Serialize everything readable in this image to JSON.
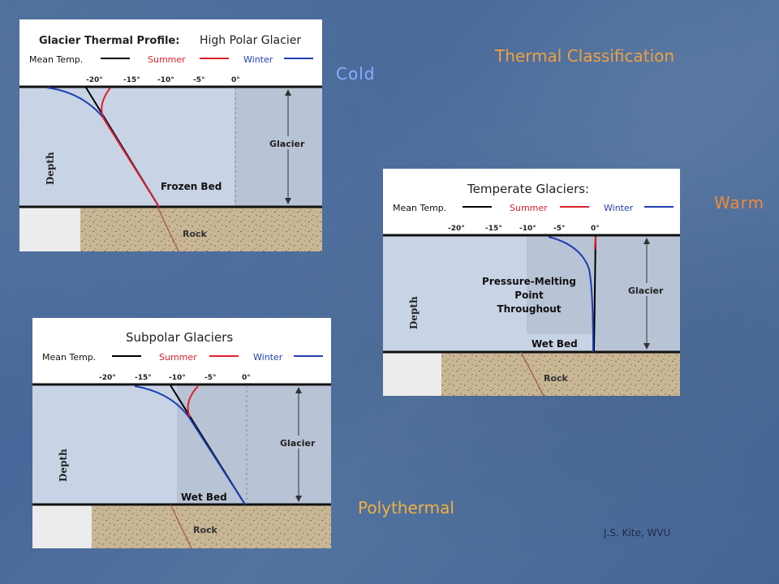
{
  "slide": {
    "title": "Thermal Classification",
    "cold": "Cold",
    "warm": "Warm",
    "polythermal": "Polythermal",
    "credit": "J.S. Kite, WVU",
    "colors": {
      "title": "#f0a040",
      "cold": "#88b0ff",
      "warm": "#f08a3a",
      "polythermal": "#f0b040"
    }
  },
  "legend": {
    "mean": "Mean Temp.",
    "summer": "Summer",
    "winter": "Winter",
    "colors": {
      "mean": "#000000",
      "summer": "#e0202a",
      "winter": "#1f3fb0"
    }
  },
  "axis_ticks": [
    "-20°",
    "-15°",
    "-10°",
    "-5°",
    "0°"
  ],
  "labels": {
    "depth": "Depth",
    "glacier": "Glacier",
    "rock": "Rock"
  },
  "panels": {
    "polar": {
      "title_bold": "Glacier Thermal Profile:",
      "title_normal": "High Polar Glacier",
      "bed_label": "Frozen Bed"
    },
    "temperate": {
      "title": "Temperate Glaciers:",
      "bed_label": "Wet Bed",
      "note_line1": "Pressure-Melting",
      "note_line2": "Point",
      "note_line3": "Throughout"
    },
    "subpolar": {
      "title": "Subpolar Glaciers",
      "bed_label": "Wet Bed"
    }
  }
}
